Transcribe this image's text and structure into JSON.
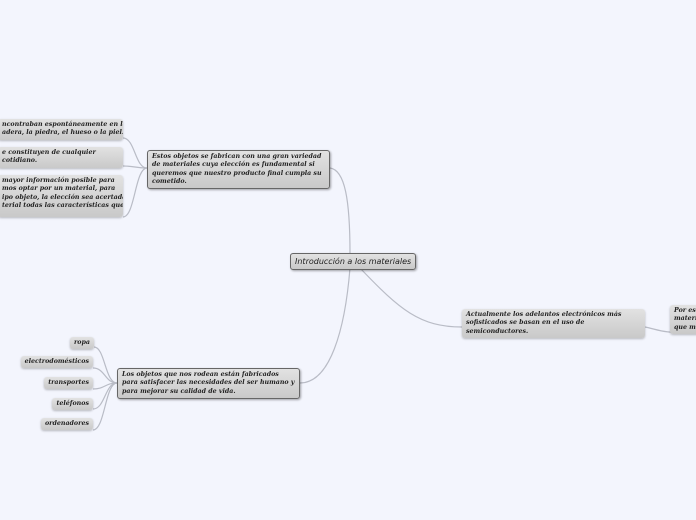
{
  "central": {
    "label": "Introducción a los materiales"
  },
  "topic_fabrican": {
    "label": "Estos objetos se fabrican con una gran variedad de materiales cuya elección es fundamental si queremos que nuestro producto final cumpla su cometido.",
    "children": [
      [
        "ncontraban espontáneamente en la",
        "adera, la piedra, el hueso o la piel."
      ],
      [
        "e constituyen de cualquier",
        "cotidiano."
      ],
      [
        "mayor información posible para",
        "mos optar por un material, para",
        "ipo objeto, la elección sea acertada,",
        "terial todas las características que"
      ]
    ]
  },
  "topic_objetos": {
    "label": "Los objetos que nos rodean están fabricados para satisfacer las necesidades del ser humano y para mejorar su calidad de vida.",
    "children": [
      "ropa",
      "electrodomésticos",
      "transportes",
      "teléfonos",
      "ordenadores"
    ]
  },
  "topic_adelantos": {
    "label": "Actualmente los adelantos electrónicos más sofisticados se basan en el uso de semiconductores.",
    "children": [
      [
        "Por es",
        "materi",
        "que me"
      ]
    ]
  },
  "colors": {
    "background": "#f3f5fd",
    "node": "#d4d4d4",
    "link": "#b9bcc6"
  }
}
